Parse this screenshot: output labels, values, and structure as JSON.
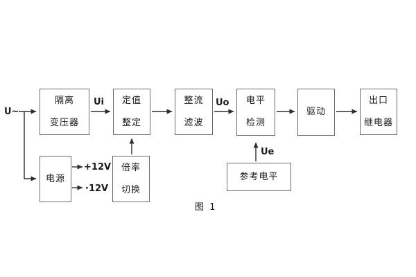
{
  "figure": {
    "caption": "图 1",
    "colors": {
      "line": "#2e2e2e",
      "box-border": "#6a6a6a",
      "text": "#1a1a1a",
      "background": "#ffffff"
    }
  },
  "blocks": {
    "isolation_transformer": {
      "line1": "隔离",
      "line2": "变压器"
    },
    "setting": {
      "line1": "定值",
      "line2": "整定"
    },
    "rectifier_filter": {
      "line1": "整流",
      "line2": "滤波"
    },
    "level_detection": {
      "line1": "电平",
      "line2": "检测"
    },
    "driver": {
      "line1": "驱动"
    },
    "output_relay": {
      "line1": "出口",
      "line2": "继电器"
    },
    "power_supply": {
      "line1": "电源"
    },
    "ratio_switch": {
      "line1": "倍率",
      "line2": "切换"
    },
    "reference_level": {
      "line1": "参考电平"
    }
  },
  "labels": {
    "input": "U~",
    "ui": "Ui",
    "uo": "Uo",
    "ue": "Ue",
    "plus12v": "+12V",
    "minus12v": "·12V"
  },
  "connections": [
    {
      "from": "input U~",
      "to": "isolation_transformer"
    },
    {
      "from": "input U~",
      "to": "power_supply"
    },
    {
      "from": "isolation_transformer",
      "to": "setting",
      "label": "Ui"
    },
    {
      "from": "setting",
      "to": "rectifier_filter"
    },
    {
      "from": "rectifier_filter",
      "to": "level_detection",
      "label": "Uo"
    },
    {
      "from": "level_detection",
      "to": "driver"
    },
    {
      "from": "driver",
      "to": "output_relay"
    },
    {
      "from": "ratio_switch",
      "to": "setting"
    },
    {
      "from": "reference_level",
      "to": "level_detection",
      "label": "Ue"
    },
    {
      "from": "power_supply",
      "to": "+12V rail"
    },
    {
      "from": "power_supply",
      "to": "·12V rail"
    }
  ]
}
